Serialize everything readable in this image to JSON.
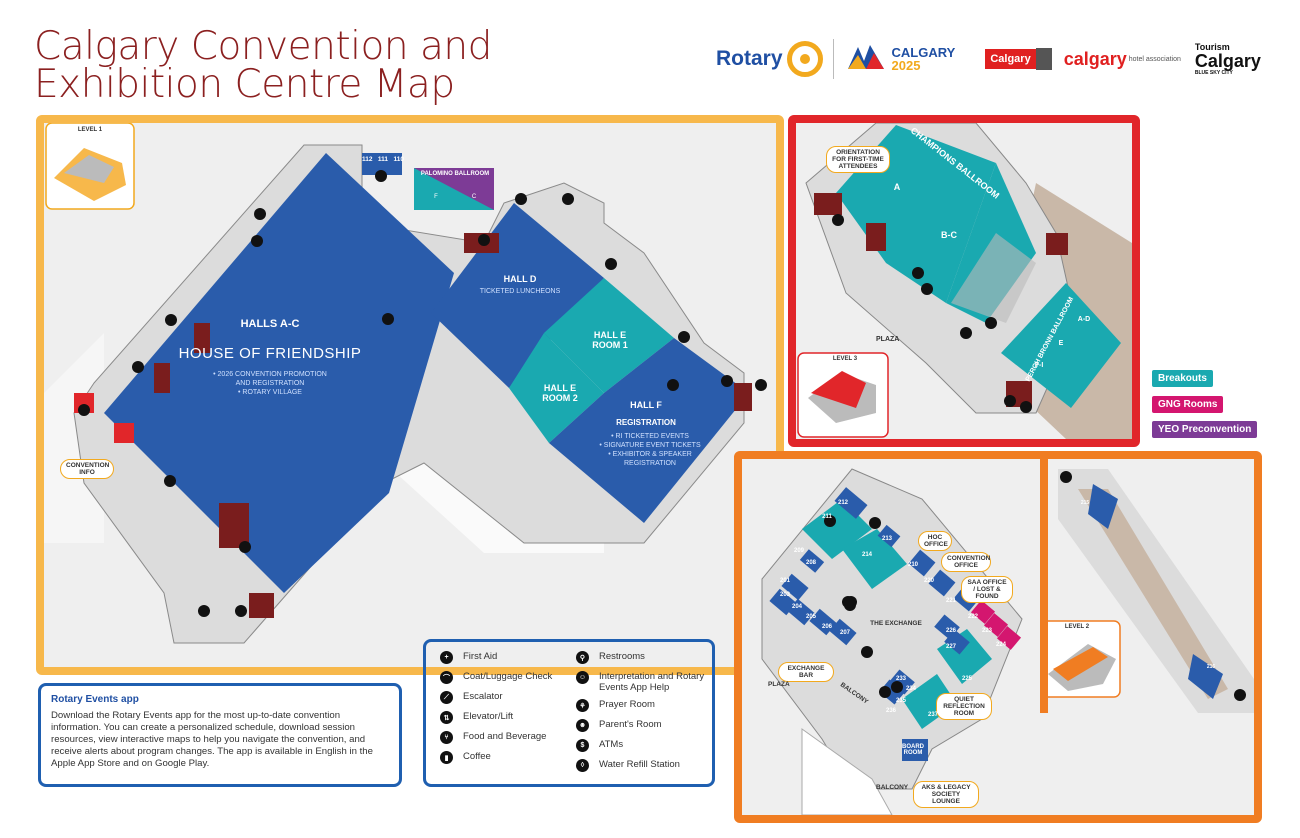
{
  "title": "Calgary Convention and Exhibition Centre Map",
  "logos": {
    "rotary": "Rotary",
    "calgary_2025_a": "CALGARY",
    "calgary_2025_b": "2025",
    "calgary_red": "Calgary",
    "calgary_hotel": "calgary",
    "calgary_hotel_small": "hotel association",
    "tourism_a": "Tourism",
    "tourism_b": "Calgary",
    "tourism_c": "BLUE SKY CITY"
  },
  "level1": {
    "level_label": "LEVEL 1",
    "halls_ac": "HALLS A-C",
    "house": "HOUSE OF FRIENDSHIP",
    "house_sub1": "• 2026 CONVENTION PROMOTION",
    "house_sub2": "AND REGISTRATION",
    "house_sub3": "• ROTARY VILLAGE",
    "palomino": "PALOMINO BALLROOM",
    "palomino_f": "F",
    "palomino_c": "C",
    "rooms_112": "112",
    "rooms_111": "111",
    "rooms_110": "110",
    "hall_d": "HALL D",
    "hall_d_sub": "TICKETED LUNCHEONS",
    "hall_e1": "HALL E",
    "hall_e1_sub": "ROOM 1",
    "hall_e2": "HALL E",
    "hall_e2_sub": "ROOM 2",
    "hall_f": "HALL F",
    "hall_f_reg": "REGISTRATION",
    "hall_f_1": "• RI TICKETED EVENTS",
    "hall_f_2": "• SIGNATURE EVENT TICKETS",
    "hall_f_3": "• EXHIBITOR & SPEAKER",
    "hall_f_4": "REGISTRATION",
    "convention_info": "CONVENTION INFO"
  },
  "level3": {
    "level_label": "LEVEL 3",
    "orientation": "ORIENTATION FOR FIRST-TIME ATTENDEES",
    "champions": "CHAMPIONS BALLROOM",
    "champ_a": "A",
    "champ_bc": "B-C",
    "perch": "PERCH BRONN BALLROOM",
    "perch_ad": "A-D",
    "perch_e": "E",
    "perch_f": "F-I",
    "plaza": "PLAZA"
  },
  "level2": {
    "level_label": "LEVEL 2",
    "hoc_office": "HOC OFFICE",
    "convention_office": "CONVENTION OFFICE",
    "saa": "SAA OFFICE / LOST & FOUND",
    "exchange": "THE EXCHANGE",
    "exchange_bar": "EXCHANGE BAR",
    "plaza": "PLAZA",
    "balcony_a": "BALCONY",
    "balcony_b": "BALCONY",
    "quiet": "QUIET REFLECTION ROOM",
    "aks": "AKS & LEGACY SOCIETY LOUNGE",
    "board": "BOARD ROOM",
    "rooms": [
      "212",
      "211",
      "213",
      "214",
      "210",
      "220",
      "221",
      "222",
      "223",
      "224",
      "225",
      "226",
      "227",
      "208",
      "201",
      "203",
      "204",
      "205",
      "206",
      "207",
      "209",
      "233",
      "234",
      "235",
      "236",
      "237",
      "215",
      "216"
    ]
  },
  "legend_tags": {
    "breakouts": "Breakouts",
    "gng": "GNG Rooms",
    "yeo": "YEO Preconvention"
  },
  "colors": {
    "hall_blue": "#2a5cab",
    "breakout_teal": "#1aa9b0",
    "gng_pink": "#d4166f",
    "yeo_purple": "#7d3b96",
    "service_red": "#7a1d1d",
    "level1_border": "#f7b84b",
    "level3_border": "#e1262a",
    "level2_border": "#f07d22"
  },
  "app": {
    "heading": "Rotary Events app",
    "body": "Download the Rotary Events app for the most up-to-date convention information. You can create a personalized schedule, download session resources, view interactive maps to help you navigate the convention, and receive alerts about program changes. The app is available in English in the Apple App Store and on Google Play."
  },
  "key": {
    "left": [
      {
        "icon": "first-aid-icon",
        "glyph": "+",
        "label": "First Aid"
      },
      {
        "icon": "coat-check-icon",
        "glyph": "⌒",
        "label": "Coat/Luggage Check"
      },
      {
        "icon": "escalator-icon",
        "glyph": "⟋",
        "label": "Escalator"
      },
      {
        "icon": "elevator-icon",
        "glyph": "⇅",
        "label": "Elevator/Lift"
      },
      {
        "icon": "food-icon",
        "glyph": "⑂",
        "label": "Food and Beverage"
      },
      {
        "icon": "coffee-icon",
        "glyph": "▮",
        "label": "Coffee"
      }
    ],
    "right": [
      {
        "icon": "restrooms-icon",
        "glyph": "⚲",
        "label": "Restrooms"
      },
      {
        "icon": "interpretation-icon",
        "glyph": "☺",
        "label": "Interpretation and Rotary Events App Help"
      },
      {
        "icon": "prayer-room-icon",
        "glyph": "⚘",
        "label": "Prayer Room"
      },
      {
        "icon": "parents-room-icon",
        "glyph": "☻",
        "label": "Parent's Room"
      },
      {
        "icon": "atm-icon",
        "glyph": "$",
        "label": "ATMs"
      },
      {
        "icon": "water-icon",
        "glyph": "◊",
        "label": "Water Refill Station"
      }
    ]
  }
}
